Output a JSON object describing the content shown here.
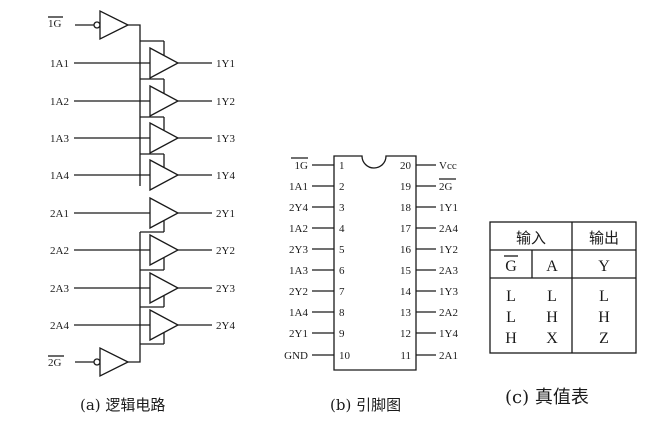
{
  "logic": {
    "enable1": "1G",
    "enable2": "2G",
    "inputs1": [
      "1A1",
      "1A2",
      "1A3",
      "1A4"
    ],
    "outputs1": [
      "1Y1",
      "1Y2",
      "1Y3",
      "1Y4"
    ],
    "inputs2": [
      "2A1",
      "2A2",
      "2A3",
      "2A4"
    ],
    "outputs2": [
      "2Y1",
      "2Y2",
      "2Y3",
      "2Y4"
    ],
    "caption": "(a) 逻辑电路"
  },
  "pinout": {
    "left": [
      {
        "num": "1",
        "name": "1G"
      },
      {
        "num": "2",
        "name": "1A1"
      },
      {
        "num": "3",
        "name": "2Y4"
      },
      {
        "num": "4",
        "name": "1A2"
      },
      {
        "num": "5",
        "name": "2Y3"
      },
      {
        "num": "6",
        "name": "1A3"
      },
      {
        "num": "7",
        "name": "2Y2"
      },
      {
        "num": "8",
        "name": "1A4"
      },
      {
        "num": "9",
        "name": "2Y1"
      },
      {
        "num": "10",
        "name": "GND"
      }
    ],
    "right": [
      {
        "num": "20",
        "name": "Vcc"
      },
      {
        "num": "19",
        "name": "2G"
      },
      {
        "num": "18",
        "name": "1Y1"
      },
      {
        "num": "17",
        "name": "2A4"
      },
      {
        "num": "16",
        "name": "1Y2"
      },
      {
        "num": "15",
        "name": "2A3"
      },
      {
        "num": "14",
        "name": "1Y3"
      },
      {
        "num": "13",
        "name": "2A2"
      },
      {
        "num": "12",
        "name": "1Y4"
      },
      {
        "num": "11",
        "name": "2A1"
      }
    ],
    "caption": "(b) 引脚图"
  },
  "truth_table": {
    "header_input": "输入",
    "header_output": "输出",
    "col_g": "G",
    "col_a": "A",
    "col_y": "Y",
    "g_values": [
      "L",
      "L",
      "H"
    ],
    "a_values": [
      "L",
      "H",
      "X"
    ],
    "y_values": [
      "L",
      "H",
      "Z"
    ],
    "caption": "(c) 真值表"
  }
}
